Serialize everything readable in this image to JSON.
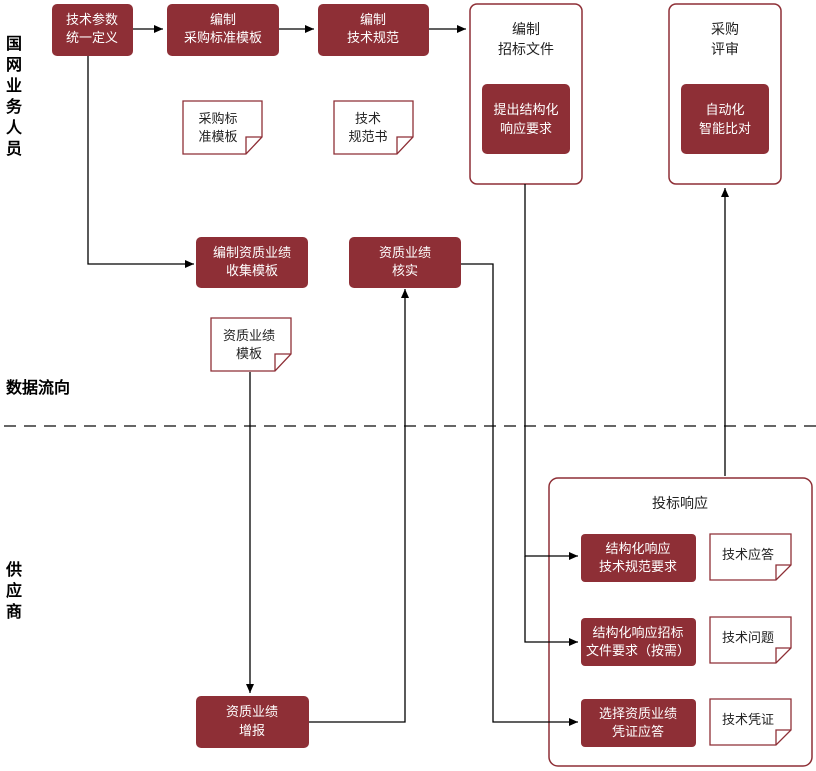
{
  "lanes": {
    "top": [
      "国",
      "网",
      "业",
      "务",
      "人",
      "员"
    ],
    "middle": "数据流向",
    "bottom": [
      "供",
      "应",
      "商"
    ]
  },
  "nodes": {
    "tech_param": [
      "技术参数",
      "统一定义"
    ],
    "compile_template": [
      "编制",
      "采购标准模板"
    ],
    "compile_spec": [
      "编制",
      "技术规范"
    ],
    "tender_doc_title": [
      "编制",
      "招标文件"
    ],
    "structured_req": [
      "提出结构化",
      "响应要求"
    ],
    "review_title": [
      "采购",
      "评审"
    ],
    "auto_compare": [
      "自动化",
      "智能比对"
    ],
    "qual_template_compile": [
      "编制资质业绩",
      "收集模板"
    ],
    "qual_verify": [
      "资质业绩",
      "核实"
    ],
    "qual_submit": [
      "资质业绩",
      "增报"
    ],
    "bid_response_title": "投标响应",
    "resp_spec": [
      "结构化响应",
      "技术规范要求"
    ],
    "resp_tender": [
      "结构化响应招标",
      "文件要求（按需）"
    ],
    "resp_qual": [
      "选择资质业绩",
      "凭证应答"
    ]
  },
  "documents": {
    "std_template": [
      "采购标",
      "准模板"
    ],
    "spec_book": [
      "技术",
      "规范书"
    ],
    "qual_template": [
      "资质业绩",
      "模板"
    ],
    "tech_answer": [
      "技术应答"
    ],
    "tech_issue": [
      "技术问题"
    ],
    "tech_voucher": [
      "技术凭证"
    ]
  },
  "colors": {
    "node_fill": "#8e2f36",
    "node_text": "#ffffff",
    "frame_stroke": "#8e2f36",
    "line": "#000000"
  }
}
